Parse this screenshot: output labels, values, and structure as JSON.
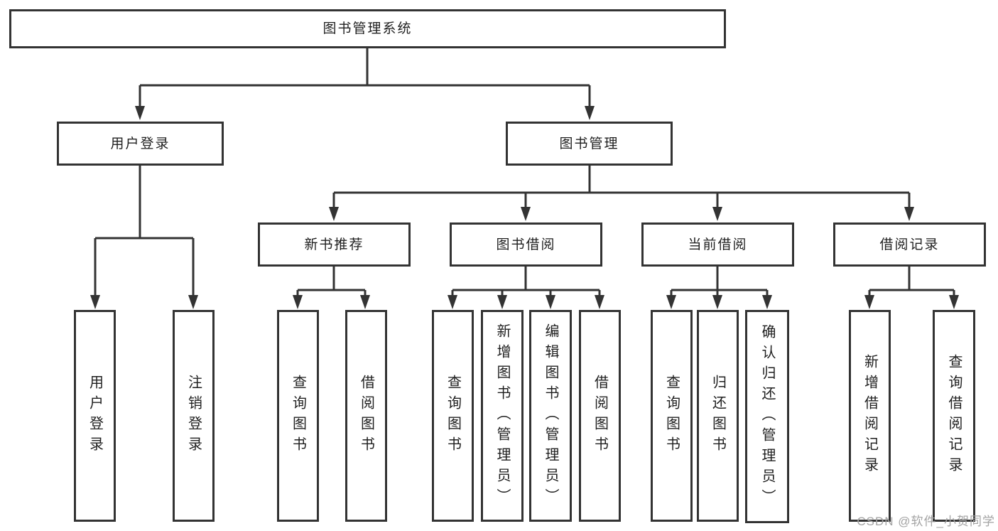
{
  "colors": {
    "background": "#ffffff",
    "line": "#333333",
    "box_border": "#333333",
    "text": "#1f1f1f",
    "watermark": "#a3a3a3"
  },
  "diagram": {
    "nodes": {
      "root": "图书管理系统",
      "user_login": "用户登录",
      "book_mgmt": "图书管理",
      "new_book_rec": "新书推荐",
      "book_borrow": "图书借阅",
      "current_borrow": "当前借阅",
      "borrow_records": "借阅记录",
      "leaf_user_login": "用户登录",
      "leaf_logout": "注销登录",
      "leaf_query_book_1": "查询图书",
      "leaf_borrow_book_1": "借阅图书",
      "leaf_query_book_2": "查询图书",
      "leaf_add_book": "新增图书（管理员）",
      "leaf_edit_book": "编辑图书（管理员）",
      "leaf_borrow_book_2": "借阅图书",
      "leaf_query_book_3": "查询图书",
      "leaf_return_book": "归还图书",
      "leaf_confirm_return": "确认归还（管理员）",
      "leaf_add_record": "新增借阅记录",
      "leaf_query_record": "查询借阅记录"
    },
    "structure": {
      "图书管理系统": {
        "用户登录": [
          "用户登录",
          "注销登录"
        ],
        "图书管理": {
          "新书推荐": [
            "查询图书",
            "借阅图书"
          ],
          "图书借阅": [
            "查询图书",
            "新增图书（管理员）",
            "编辑图书（管理员）",
            "借阅图书"
          ],
          "当前借阅": [
            "查询图书",
            "归还图书",
            "确认归还（管理员）"
          ],
          "借阅记录": [
            "新增借阅记录",
            "查询借阅记录"
          ]
        }
      }
    }
  },
  "watermark": {
    "text": "CSDN @软件_小贺同学"
  }
}
